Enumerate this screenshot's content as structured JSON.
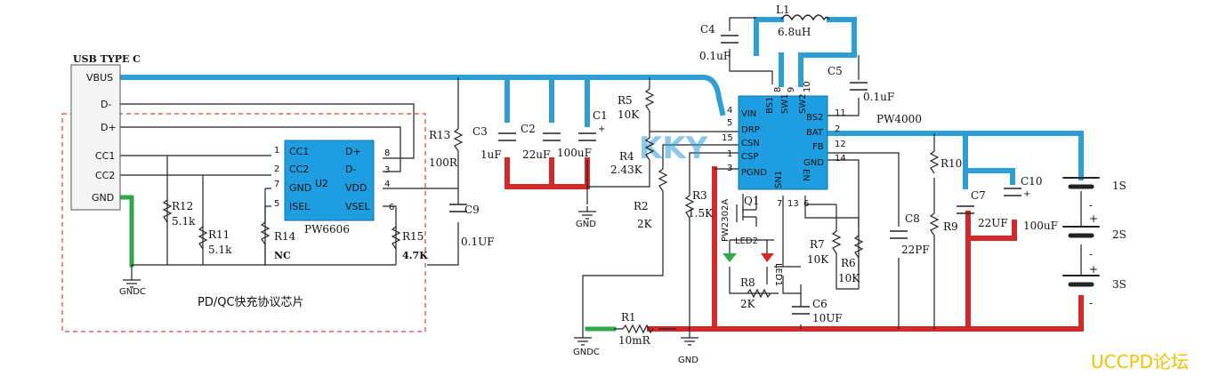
{
  "connector": {
    "title": "USB TYPE C",
    "pins": [
      "VBUS",
      "D-",
      "D+",
      "CC1",
      "CC2",
      "GND"
    ]
  },
  "u2": {
    "name": "PW6606",
    "ref": "U2",
    "left_pins": [
      "CC1",
      "CC2",
      "GND",
      "ISEL"
    ],
    "left_nums": [
      "1",
      "2",
      "7",
      "5"
    ],
    "right_pins": [
      "D+",
      "D-",
      "VDD",
      "VSEL"
    ],
    "right_nums": [
      "8",
      "3",
      "4",
      "6"
    ]
  },
  "pd_box_label": "PD/QC快充协议芯片",
  "u1": {
    "name": "PW4000",
    "left_pins": [
      "VIN",
      "DRP",
      "CSN",
      "CSP",
      "PGND"
    ],
    "left_nums": [
      "4",
      "5",
      "15",
      "1",
      "3"
    ],
    "right_pins": [
      "BS2",
      "BAT",
      "FB",
      "GND"
    ],
    "right_nums": [
      "11",
      "2",
      "12",
      "14"
    ],
    "top_pins": [
      "BS1",
      "SW1",
      "SW2"
    ],
    "top_nums": [
      "8",
      "9",
      "10"
    ],
    "bottom_pins": [
      "SN1",
      "EN"
    ],
    "bottom_nums": [
      "7",
      "13",
      "6"
    ]
  },
  "components": {
    "r13": "R13",
    "r13v": "100R",
    "r12": "R12",
    "r12v": "5.1k",
    "r11": "R11",
    "r11v": "5.1k",
    "r14": "R14",
    "r14v": "NC",
    "r15": "R15",
    "r15v": "4.7K",
    "c9": "C9",
    "c9v": "0.1UF",
    "c3": "C3",
    "c3v": "1uF",
    "c2": "C2",
    "c2v": "22uF",
    "c1": "C1",
    "c1v": "100uF",
    "r5": "R5",
    "r5v": "10K",
    "r4": "R4",
    "r4v": "2.43K",
    "r2": "R2",
    "r2v": "2K",
    "r3": "R3",
    "r3v": "1.5K",
    "q1": "Q1",
    "q1p": "PW2302A",
    "led2": "LED2",
    "led1": "LED1",
    "r8": "R8",
    "r8v": "2K",
    "r7": "R7",
    "r7v": "10K",
    "r6": "R6",
    "r6v": "10K",
    "c6": "C6",
    "c6v": "10UF",
    "c4": "C4",
    "c4v": "0.1uF",
    "l1": "L1",
    "l1v": "6.8uH",
    "c5": "C5",
    "c5v": "0.1uF",
    "c8": "C8",
    "c8v": "22PF",
    "r10": "R10",
    "r9": "R9",
    "c7": "C7",
    "c7v": "22UF",
    "c10": "C10",
    "c10v": "100uF",
    "r1": "R1",
    "r1v": "10mR"
  },
  "grounds": {
    "gndc1": "GNDC",
    "gndc2": "GNDC",
    "gnd1": "GND",
    "gnd2": "GND"
  },
  "cells": [
    "1S",
    "2S",
    "3S"
  ],
  "plus": "+",
  "minus": "-",
  "watermark": "UCCPD论坛",
  "logo": "KKY"
}
